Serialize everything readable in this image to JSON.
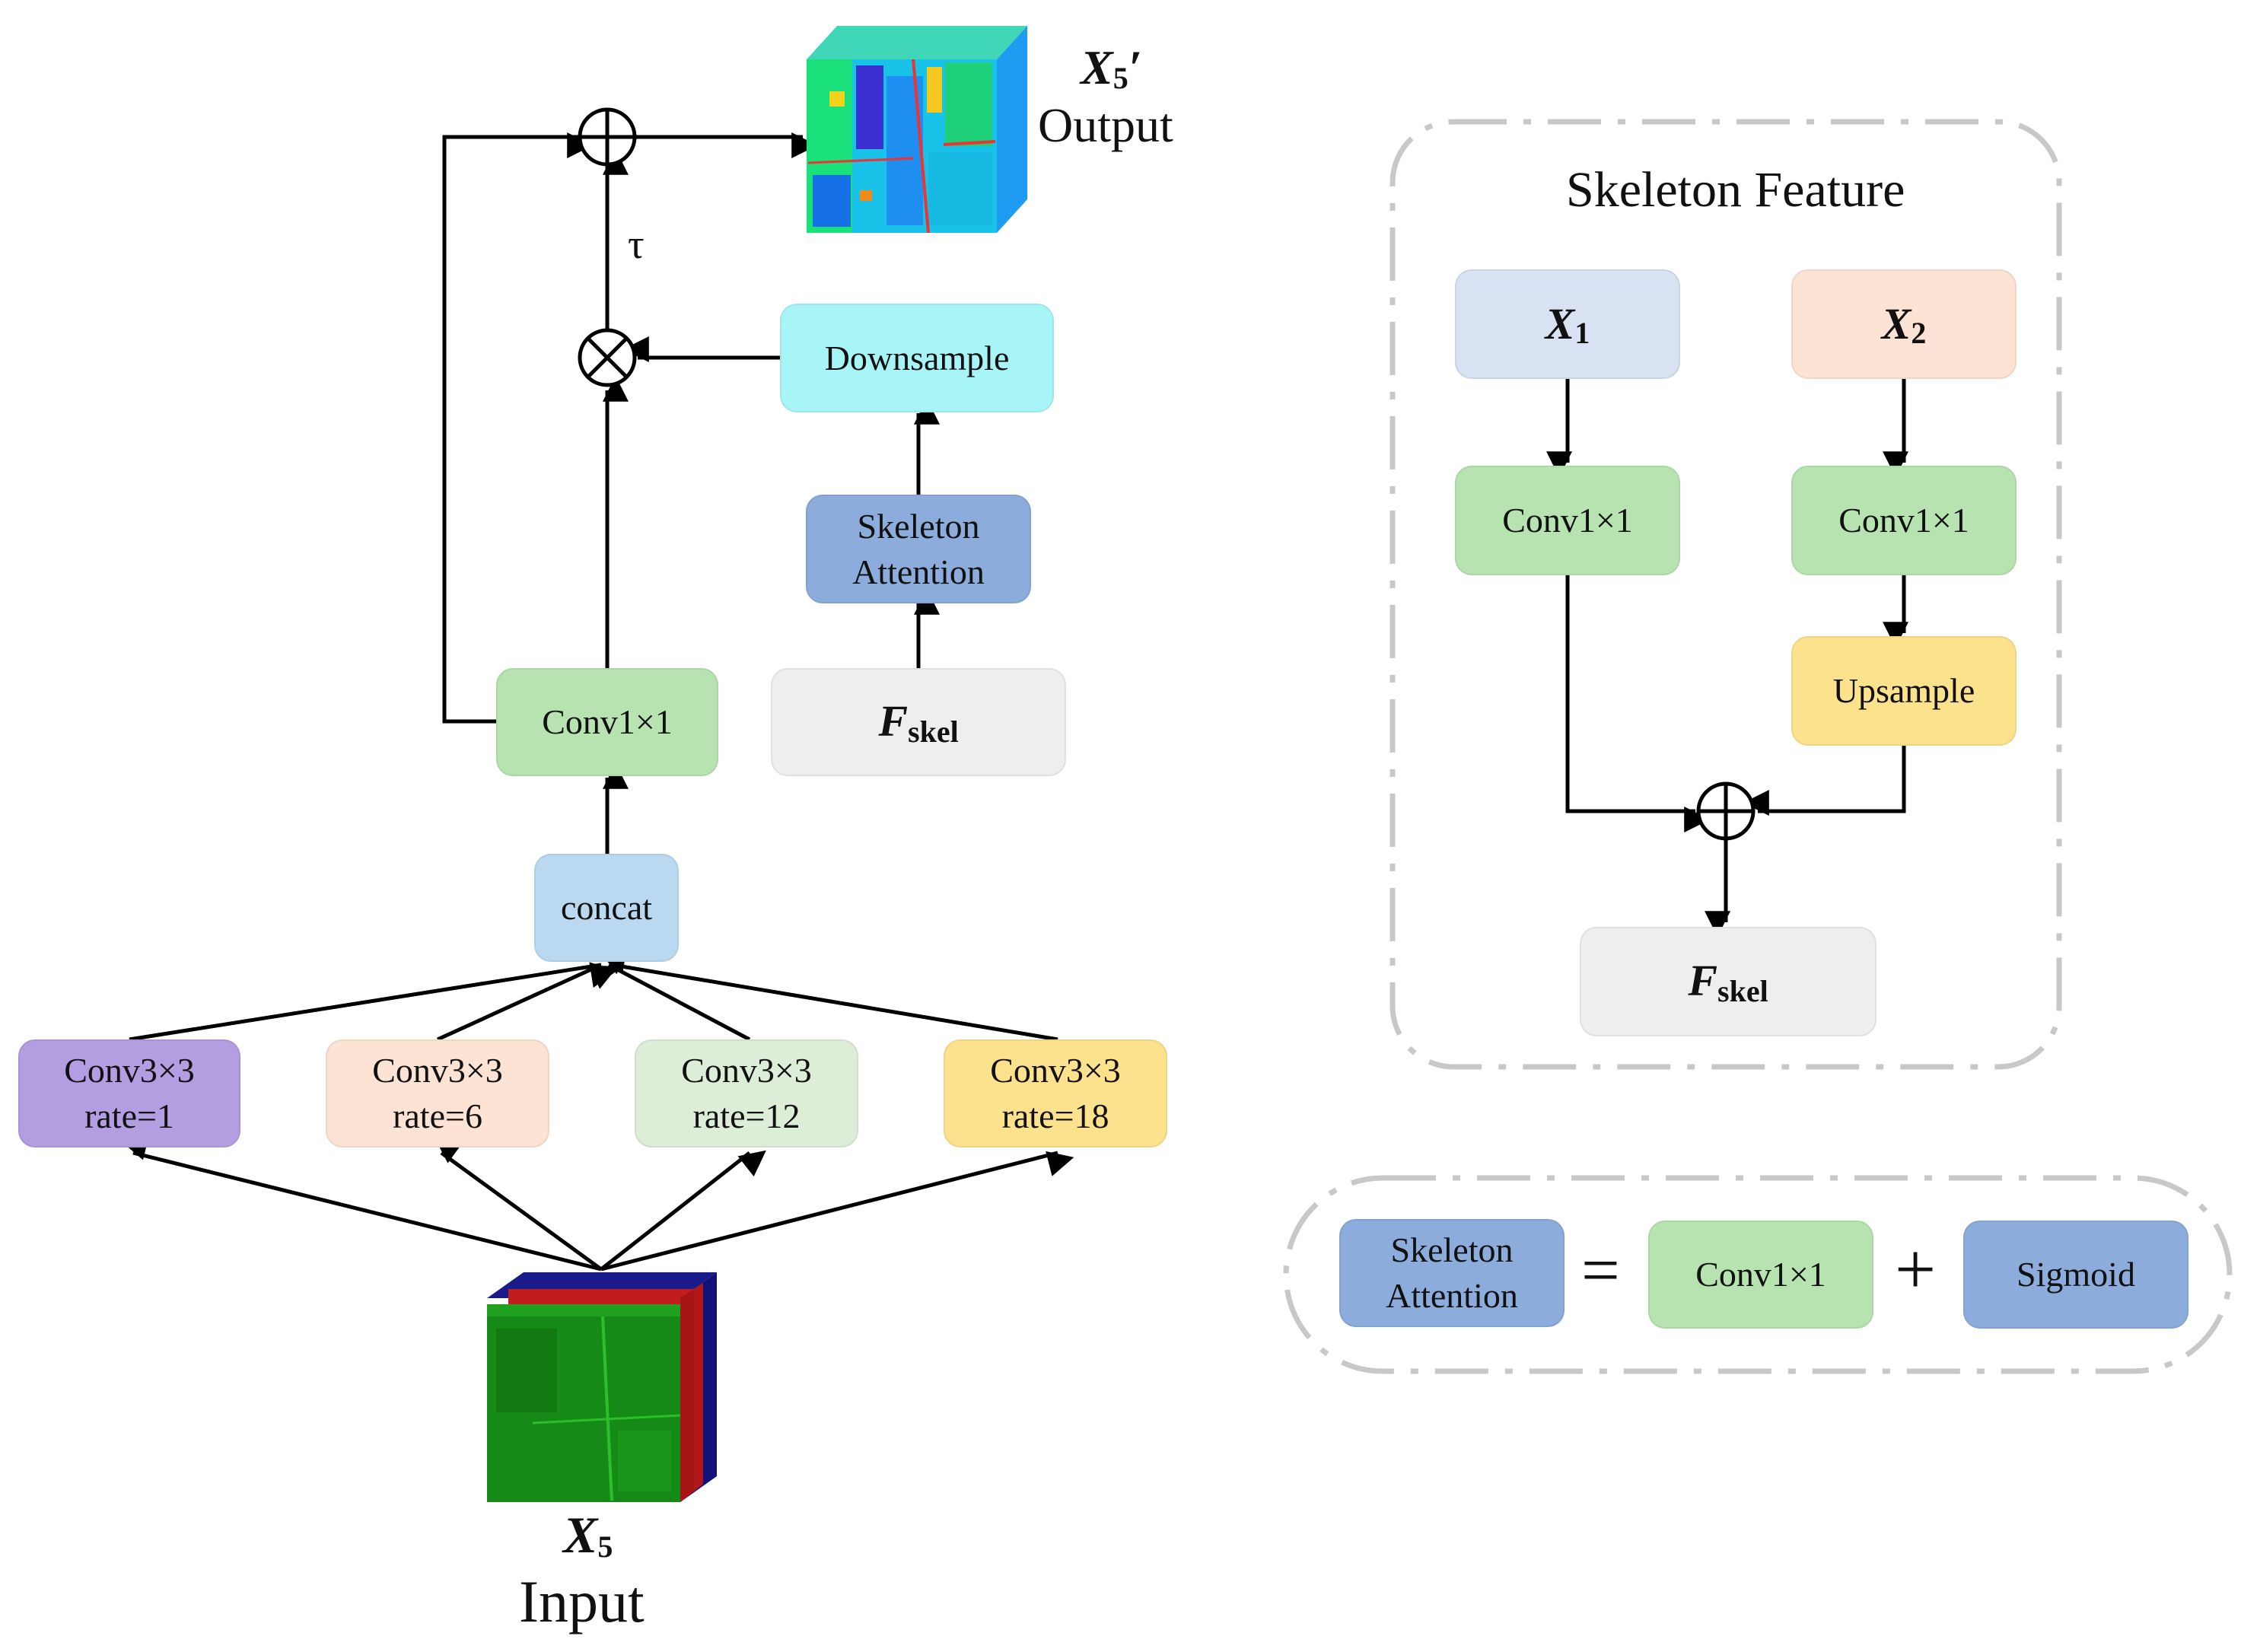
{
  "left": {
    "output": {
      "var": "X",
      "sub": "5",
      "prime": "′",
      "label": "Output"
    },
    "input": {
      "var": "X",
      "sub": "5",
      "label": "Input"
    },
    "tau": "τ",
    "downsample": "Downsample",
    "skeleton_attention": [
      "Skeleton",
      "Attention"
    ],
    "fskel": {
      "var": "F",
      "sub": "skel"
    },
    "conv1x1": "Conv1×1",
    "concat": "concat",
    "branches": [
      {
        "line1": "Conv3×3",
        "line2": "rate=1"
      },
      {
        "line1": "Conv3×3",
        "line2": "rate=6"
      },
      {
        "line1": "Conv3×3",
        "line2": "rate=12"
      },
      {
        "line1": "Conv3×3",
        "line2": "rate=18"
      }
    ]
  },
  "skeleton_feature": {
    "title": "Skeleton Feature",
    "x1": {
      "var": "X",
      "sub": "1"
    },
    "x2": {
      "var": "X",
      "sub": "2"
    },
    "conv_left": "Conv1×1",
    "conv_right": "Conv1×1",
    "upsample": "Upsample",
    "fskel": {
      "var": "F",
      "sub": "skel"
    }
  },
  "legend": {
    "skeleton_attention": [
      "Skeleton",
      "Attention"
    ],
    "equals": "=",
    "conv": "Conv1×1",
    "plus": "+",
    "sigmoid": "Sigmoid"
  },
  "colors": {
    "purple": "#b39ee2",
    "peach": "#fde3d3",
    "mint": "#dcedd8",
    "yellow": "#fde28d",
    "concat_blue": "#bad9f0",
    "conv_green": "#b7e3b1",
    "cyan": "#a8f5f8",
    "skeleton_blue": "#8cacdb",
    "grey": "#eeeeee",
    "x1_blue": "#d9e2f2"
  }
}
